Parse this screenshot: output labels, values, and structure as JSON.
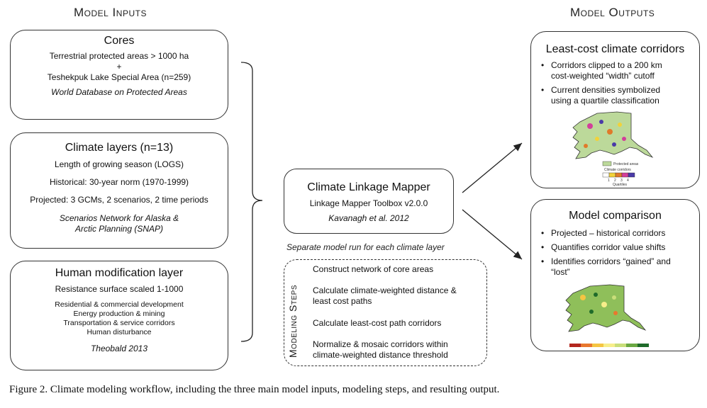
{
  "headings": {
    "inputs": "Model Inputs",
    "outputs": "Model Outputs"
  },
  "cores": {
    "title": "Cores",
    "line1": "Terrestrial protected areas > 1000 ha",
    "plus": "+",
    "line2": "Teshekpuk Lake Special Area (n=259)",
    "source": "World Database on Protected Areas"
  },
  "climate": {
    "title": "Climate layers (n=13)",
    "line1": "Length of growing season (LOGS)",
    "line2": "Historical: 30-year norm (1970-1999)",
    "line3": "Projected: 3 GCMs, 2 scenarios, 2 time periods",
    "source1": "Scenarios Network for Alaska &",
    "source2": "Arctic Planning (SNAP)"
  },
  "human": {
    "title": "Human modification layer",
    "line1": "Resistance surface scaled 1-1000",
    "items": [
      "Residential & commercial development",
      "Energy production & mining",
      "Transportation & service corridors",
      "Human disturbance"
    ],
    "source": "Theobald 2013"
  },
  "mapper": {
    "title": "Climate Linkage Mapper",
    "line1": "Linkage Mapper Toolbox v2.0.0",
    "source": "Kavanagh et al. 2012"
  },
  "note": "Separate model run for each climate layer",
  "steps": {
    "label": "Modeling Steps",
    "items": [
      [
        "Construct network of core areas"
      ],
      [
        "Calculate climate-weighted distance &",
        "least cost paths"
      ],
      [
        "Calculate least-cost path corridors"
      ],
      [
        "Normalize & mosaic corridors within",
        "climate-weighted distance threshold"
      ]
    ]
  },
  "corridors": {
    "title": "Least-cost climate corridors",
    "bullets": [
      [
        "Corridors clipped to a 200 km",
        "cost-weighted “width” cutoff"
      ],
      [
        "Current densities symbolized",
        "using a quartile classification"
      ]
    ],
    "legend": {
      "protected": "Protected areas",
      "corridors": "Climate corridors",
      "quartile_labels": [
        "1",
        "2",
        "3",
        "4"
      ],
      "quartiles": "Quartiles",
      "colors": [
        "#ffffff",
        "#f2d23a",
        "#e07a2a",
        "#d23f9a",
        "#4a3aa8"
      ]
    }
  },
  "comparison": {
    "title": "Model comparison",
    "bullets": [
      [
        "Projected – historical corridors"
      ],
      [
        "Quantifies corridor value shifts"
      ],
      [
        "Identifies corridors “gained” and",
        "“lost”"
      ]
    ],
    "legend_colors": [
      "#b3261e",
      "#e8772e",
      "#f5c542",
      "#f7ee8a",
      "#c9de7a",
      "#6aa842",
      "#1f6b2a"
    ]
  },
  "caption": "Figure 2. Climate modeling workflow, including the three main model inputs, modeling steps, and resulting output."
}
